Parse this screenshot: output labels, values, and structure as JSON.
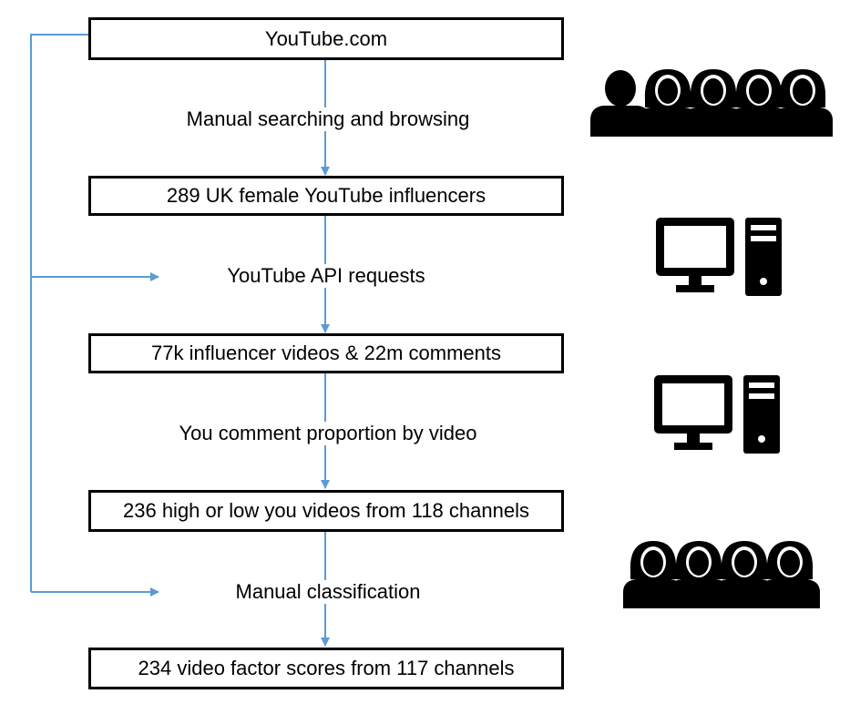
{
  "colors": {
    "arrow": "#5B9BD5",
    "box_border": "#000000",
    "icon": "#000000"
  },
  "boxes": [
    {
      "label": "YouTube.com"
    },
    {
      "label": "289 UK female YouTube influencers"
    },
    {
      "label": "77k influencer videos & 22m comments"
    },
    {
      "label": "236 high or low you videos from 118 channels"
    },
    {
      "label": "234 video factor scores from 117 channels"
    }
  ],
  "steps": [
    {
      "label": "Manual searching and browsing",
      "performer_icon": "people-group-icon",
      "people": [
        "male",
        "female",
        "female",
        "female",
        "female"
      ]
    },
    {
      "label": "YouTube API requests",
      "performer_icon": "desktop-computer-icon"
    },
    {
      "label": "You comment proportion by video",
      "performer_icon": "desktop-computer-icon"
    },
    {
      "label": "Manual classification",
      "performer_icon": "people-group-icon",
      "people": [
        "female",
        "female",
        "female",
        "female"
      ]
    }
  ]
}
